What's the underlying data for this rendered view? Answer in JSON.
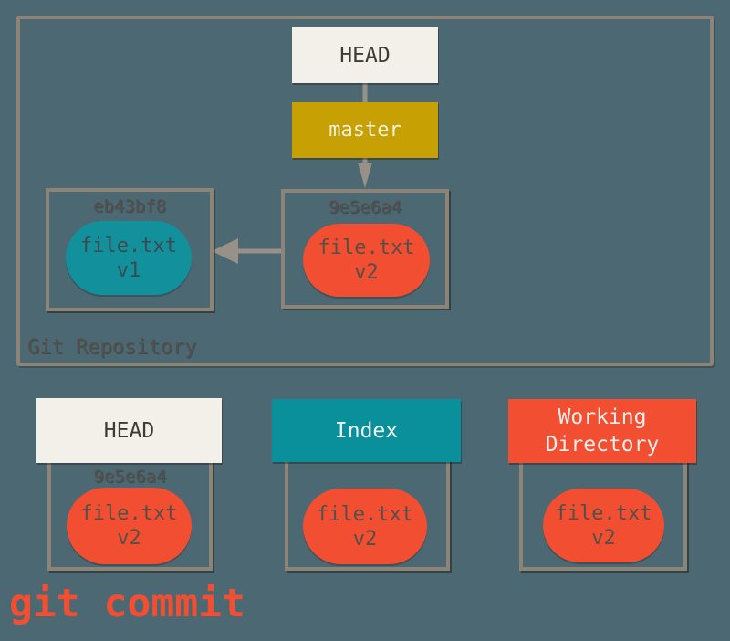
{
  "colors": {
    "background": "#4c6872",
    "frame_border": "#8d8478",
    "arrow": "#97918a",
    "cream": "#f2f0e8",
    "gold": "#c7a004",
    "teal": "#0a909b",
    "red": "#f14e32"
  },
  "repo": {
    "label": "Git Repository",
    "head": "HEAD",
    "branch": "master",
    "commits": [
      {
        "hash": "eb43bf8",
        "file": "file.txt",
        "version": "v1"
      },
      {
        "hash": "9e5e6a4",
        "file": "file.txt",
        "version": "v2"
      }
    ]
  },
  "areas": [
    {
      "title": "HEAD",
      "hash": "9e5e6a4",
      "file": "file.txt",
      "version": "v2"
    },
    {
      "title": "Index",
      "file": "file.txt",
      "version": "v2"
    },
    {
      "title": "Working Directory",
      "file": "file.txt",
      "version": "v2"
    }
  ],
  "caption": "git commit"
}
